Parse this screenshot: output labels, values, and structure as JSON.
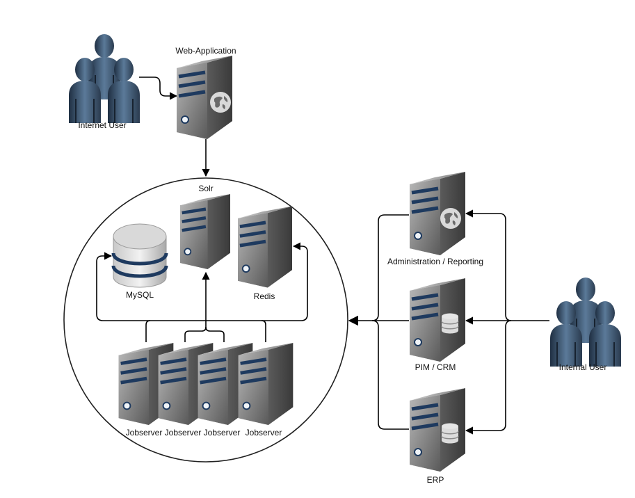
{
  "nodes": {
    "internet_user": {
      "label": "Internet User",
      "icon": "users-group-icon"
    },
    "web_application": {
      "label": "Web-Application",
      "icon": "web-server-icon"
    },
    "solr": {
      "label": "Solr",
      "icon": "server-icon"
    },
    "mysql": {
      "label": "MySQL",
      "icon": "database-icon"
    },
    "redis": {
      "label": "Redis",
      "icon": "server-icon"
    },
    "jobservers": [
      {
        "label": "Jobserver"
      },
      {
        "label": "Jobserver"
      },
      {
        "label": "Jobserver"
      },
      {
        "label": "Jobserver"
      }
    ],
    "admin_reporting": {
      "label": "Administration / Reporting",
      "icon": "web-server-icon"
    },
    "pim_crm": {
      "label": "PIM / CRM",
      "icon": "database-server-icon"
    },
    "erp": {
      "label": "ERP",
      "icon": "database-server-icon"
    },
    "internal_user": {
      "label": "Internal User",
      "icon": "users-group-icon"
    }
  },
  "edges": [
    {
      "from": "internet_user",
      "to": "web_application"
    },
    {
      "from": "web_application",
      "to": "backend_cluster"
    },
    {
      "from": "jobservers",
      "to": "mysql"
    },
    {
      "from": "jobservers",
      "to": "solr"
    },
    {
      "from": "jobservers",
      "to": "redis"
    },
    {
      "from": "admin_reporting",
      "to": "backend_cluster"
    },
    {
      "from": "pim_crm",
      "to": "backend_cluster"
    },
    {
      "from": "erp",
      "to": "backend_cluster"
    },
    {
      "from": "internal_user",
      "to": "admin_reporting"
    },
    {
      "from": "internal_user",
      "to": "pim_crm"
    },
    {
      "from": "internal_user",
      "to": "erp"
    }
  ],
  "colors": {
    "server_dark": "#4a4a4a",
    "server_light": "#9a9a9a",
    "stripe_blue": "#1e3a5f",
    "user_dark": "#2a3b4f",
    "user_light": "#6f8fae",
    "line": "#000000"
  }
}
